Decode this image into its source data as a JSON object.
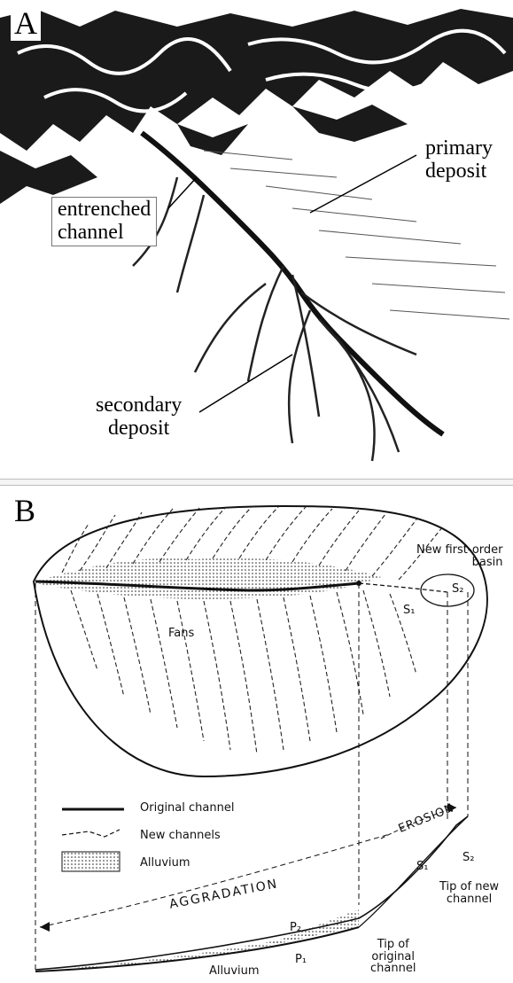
{
  "panel_a": {
    "letter": "A",
    "labels": {
      "primary_line1": "primary",
      "primary_line2": "deposit",
      "entrenched_line1": "entrenched",
      "entrenched_line2": "channel",
      "secondary_line1": "secondary",
      "secondary_line2": "deposit"
    }
  },
  "panel_b": {
    "letter": "B",
    "map_labels": {
      "new_basin_line1": "New first-order",
      "new_basin_line2": "basin",
      "s2": "S₂",
      "s1": "S₁",
      "fans": "Fans"
    },
    "legend": {
      "original_channel": "Original channel",
      "new_channels": "New channels",
      "alluvium": "Alluvium"
    },
    "profile_labels": {
      "aggradation": "AGGRADATION",
      "erosion": "EROSION",
      "p2": "P₂",
      "p1": "P₁",
      "s1": "S₁",
      "s2": "S₂",
      "alluvium": "Alluvium",
      "tip_original_line1": "Tip of",
      "tip_original_line2": "original",
      "tip_original_line3": "channel",
      "tip_new_line1": "Tip of new",
      "tip_new_line2": "channel"
    }
  },
  "colors": {
    "ink": "#111111",
    "separator": "#bdbdbd"
  }
}
